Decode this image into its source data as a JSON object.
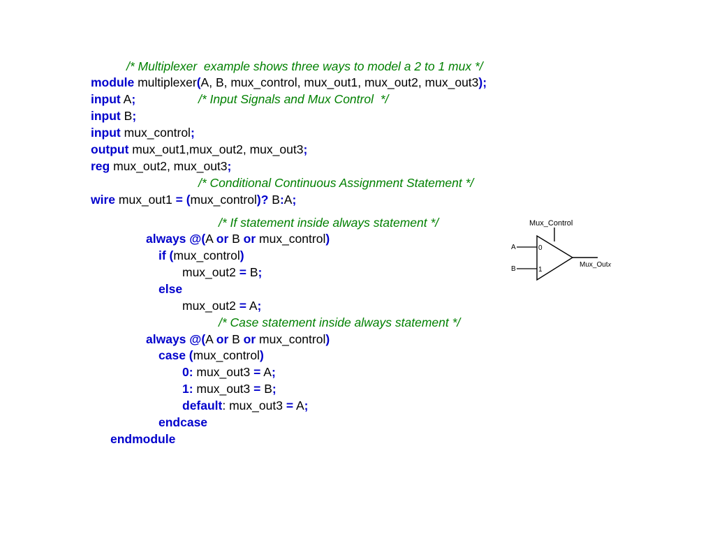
{
  "slide": {
    "lines": [
      [
        {
          "t": "/* Multiplexer  example shows three ways to model a 2 to 1 mux */",
          "c": "cm"
        }
      ],
      [
        {
          "t": "module",
          "c": "kw"
        },
        {
          "t": " multiplexer",
          "c": "tx"
        },
        {
          "t": "(",
          "c": "kw"
        },
        {
          "t": "A, B, mux_control, mux_out1, mux_out2, mux_out3",
          "c": "tx"
        },
        {
          "t": ");",
          "c": "kw"
        }
      ],
      [
        {
          "t": "input",
          "c": "kw"
        },
        {
          "t": " A",
          "c": "tx"
        },
        {
          "t": ";",
          "c": "kw"
        }
      ],
      [
        {
          "t": "/* Input Signals and Mux Control  */",
          "c": "cm"
        }
      ],
      [
        {
          "t": "input",
          "c": "kw"
        },
        {
          "t": " B",
          "c": "tx"
        },
        {
          "t": ";",
          "c": "kw"
        }
      ],
      [
        {
          "t": "input",
          "c": "kw"
        },
        {
          "t": " mux_control",
          "c": "tx"
        },
        {
          "t": ";",
          "c": "kw"
        }
      ],
      [
        {
          "t": "output",
          "c": "kw"
        },
        {
          "t": " mux_out1,mux_out2, mux_out3",
          "c": "tx"
        },
        {
          "t": ";",
          "c": "kw"
        }
      ],
      [
        {
          "t": "reg",
          "c": "kw"
        },
        {
          "t": " mux_out2, mux_out3",
          "c": "tx"
        },
        {
          "t": ";",
          "c": "kw"
        }
      ],
      [
        {
          "t": "/* Conditional Continuous Assignment Statement */",
          "c": "cm"
        }
      ],
      [
        {
          "t": "wire",
          "c": "kw"
        },
        {
          "t": " mux_out1 ",
          "c": "tx"
        },
        {
          "t": "=",
          "c": "kw"
        },
        {
          "t": " ",
          "c": "tx"
        },
        {
          "t": "(",
          "c": "kw"
        },
        {
          "t": "mux_control",
          "c": "tx"
        },
        {
          "t": ")?",
          "c": "kw"
        },
        {
          "t": " B",
          "c": "tx"
        },
        {
          "t": ":",
          "c": "kw"
        },
        {
          "t": "A",
          "c": "tx"
        },
        {
          "t": ";",
          "c": "kw"
        }
      ],
      [
        {
          "t": "/* If statement inside always statement */",
          "c": "cm"
        }
      ],
      [
        {
          "t": "always @(",
          "c": "kw"
        },
        {
          "t": "A ",
          "c": "tx"
        },
        {
          "t": "or",
          "c": "kw"
        },
        {
          "t": " B ",
          "c": "tx"
        },
        {
          "t": "or",
          "c": "kw"
        },
        {
          "t": " mux_control",
          "c": "tx"
        },
        {
          "t": ")",
          "c": "kw"
        }
      ],
      [
        {
          "t": "if (",
          "c": "kw"
        },
        {
          "t": "mux_control",
          "c": "tx"
        },
        {
          "t": ")",
          "c": "kw"
        }
      ],
      [
        {
          "t": "mux_out2 ",
          "c": "tx"
        },
        {
          "t": "=",
          "c": "kw"
        },
        {
          "t": " B",
          "c": "tx"
        },
        {
          "t": ";",
          "c": "kw"
        }
      ],
      [
        {
          "t": "else",
          "c": "kw"
        }
      ],
      [
        {
          "t": "mux_out2 ",
          "c": "tx"
        },
        {
          "t": "=",
          "c": "kw"
        },
        {
          "t": " A",
          "c": "tx"
        },
        {
          "t": ";",
          "c": "kw"
        }
      ],
      [
        {
          "t": "/* Case statement inside always statement */",
          "c": "cm"
        }
      ],
      [
        {
          "t": "always @(",
          "c": "kw"
        },
        {
          "t": "A ",
          "c": "tx"
        },
        {
          "t": "or",
          "c": "kw"
        },
        {
          "t": " B ",
          "c": "tx"
        },
        {
          "t": "or",
          "c": "kw"
        },
        {
          "t": " mux_control",
          "c": "tx"
        },
        {
          "t": ")",
          "c": "kw"
        }
      ],
      [
        {
          "t": "case (",
          "c": "kw"
        },
        {
          "t": "mux_control",
          "c": "tx"
        },
        {
          "t": ")",
          "c": "kw"
        }
      ],
      [
        {
          "t": "0:",
          "c": "kw"
        },
        {
          "t": " mux_out3 ",
          "c": "tx"
        },
        {
          "t": "=",
          "c": "kw"
        },
        {
          "t": " A",
          "c": "tx"
        },
        {
          "t": ";",
          "c": "kw"
        }
      ],
      [
        {
          "t": "1:",
          "c": "kw"
        },
        {
          "t": " mux_out3 ",
          "c": "tx"
        },
        {
          "t": "=",
          "c": "kw"
        },
        {
          "t": " B",
          "c": "tx"
        },
        {
          "t": ";",
          "c": "kw"
        }
      ],
      [
        {
          "t": "default",
          "c": "kw"
        },
        {
          "t": ": mux_out3 ",
          "c": "tx"
        },
        {
          "t": "=",
          "c": "kw"
        },
        {
          "t": " A",
          "c": "tx"
        },
        {
          "t": ";",
          "c": "kw"
        }
      ],
      [
        {
          "t": "endcase",
          "c": "kw"
        }
      ],
      [
        {
          "t": "endmodule",
          "c": "kw"
        }
      ]
    ]
  },
  "diagram": {
    "control_label": "Mux_Control",
    "input_a_label": "A",
    "input_b_label": "B",
    "sel0_label": "0",
    "sel1_label": "1",
    "output_label": "Mux_Out",
    "output_subscript": "x"
  },
  "colors": {
    "keyword": "#0000cc",
    "comment": "#008000",
    "text": "#000000"
  }
}
